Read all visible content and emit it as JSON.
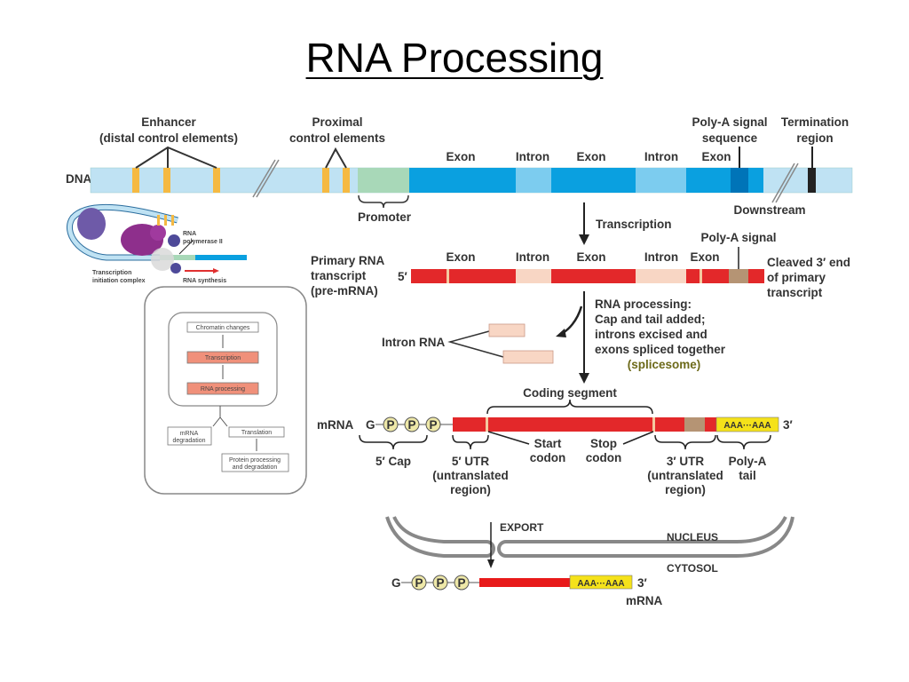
{
  "title": "RNA Processing",
  "dna": {
    "label": "DNA",
    "enhancer": [
      "Enhancer",
      "(distal control elements)"
    ],
    "proximal": [
      "Proximal",
      "control elements"
    ],
    "promoter": "Promoter",
    "segments": [
      "Exon",
      "Intron",
      "Exon",
      "Intron",
      "Exon"
    ],
    "polya_signal_seq": [
      "Poly-A signal",
      "sequence"
    ],
    "termination": [
      "Termination",
      "region"
    ],
    "downstream": "Downstream"
  },
  "inset": {
    "rna_polymerase": [
      "RNA",
      "polymerase II"
    ],
    "initiation": [
      "Transcription",
      "initiation complex"
    ],
    "rna_synthesis": "RNA synthesis"
  },
  "transcription_label": "Transcription",
  "pre_mrna": {
    "label": [
      "Primary RNA",
      "transcript",
      "(pre-mRNA)"
    ],
    "five_prime": "5′",
    "segments": [
      "Exon",
      "Intron",
      "Exon",
      "Intron",
      "Exon"
    ],
    "polya_signal": "Poly-A signal",
    "cleaved": [
      "Cleaved 3′ end",
      "of primary",
      "transcript"
    ]
  },
  "processing": {
    "text": [
      "RNA processing:",
      "Cap and tail added;",
      "introns excised and",
      "exons spliced together"
    ],
    "splicesome": "(splicesome)",
    "intron_rna": "Intron RNA"
  },
  "mrna": {
    "label": "mRNA",
    "g": "G",
    "p": "P",
    "coding_segment": "Coding segment",
    "polya_seq": "AAA···AAA",
    "three_prime": "3′",
    "five_cap": "5′ Cap",
    "five_utr": [
      "5′ UTR",
      "(untranslated",
      "region)"
    ],
    "start_codon": [
      "Start",
      "codon"
    ],
    "stop_codon": [
      "Stop",
      "codon"
    ],
    "three_utr": [
      "3′ UTR",
      "(untranslated",
      "region)"
    ],
    "polya_tail": [
      "Poly-A",
      "tail"
    ]
  },
  "export": {
    "label": "EXPORT",
    "nucleus": "NUCLEUS",
    "cytosol": "CYTOSOL",
    "mrna": "mRNA"
  },
  "flowchart": {
    "chromatin": "Chromatin changes",
    "transcription": "Transcription",
    "rna_processing": "RNA processing",
    "mrna_degradation": [
      "mRNA",
      "degradation"
    ],
    "translation": "Translation",
    "protein": [
      "Protein processing",
      "and degradation"
    ]
  }
}
